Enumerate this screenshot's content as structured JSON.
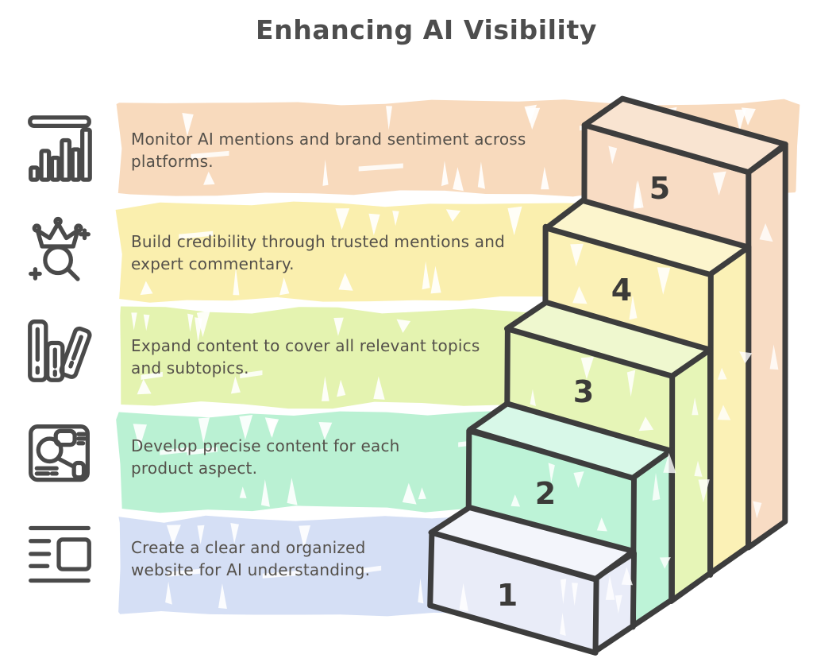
{
  "title": "Enhancing AI Visibility",
  "steps": [
    {
      "number": "1",
      "label": "Create a clear and organized website for AI understanding.",
      "icon": "website-wireframe-icon",
      "band_color": "#d5dff5",
      "face_color": "#e9ecf8",
      "top_color": "#f3f5fb"
    },
    {
      "number": "2",
      "label": "Develop precise content for each product aspect.",
      "icon": "content-diagram-icon",
      "band_color": "#baf1d3",
      "face_color": "#bdf3d7",
      "top_color": "#d8f8e8"
    },
    {
      "number": "3",
      "label": "Expand content to cover all relevant topics and subtopics.",
      "icon": "books-icon",
      "band_color": "#e4f3b0",
      "face_color": "#e6f5b7",
      "top_color": "#eff8cf"
    },
    {
      "number": "4",
      "label": "Build credibility through trusted mentions and expert commentary.",
      "icon": "crown-magnifier-icon",
      "band_color": "#faefae",
      "face_color": "#fbf1b6",
      "top_color": "#fcf5cd"
    },
    {
      "number": "5",
      "label": "Monitor AI mentions and brand sentiment across platforms.",
      "icon": "bar-chart-icon",
      "band_color": "#f8dabd",
      "face_color": "#f8dcc4",
      "top_color": "#f9e4d1"
    }
  ],
  "colors": {
    "outline": "#3d3d3d",
    "text": "#54504a",
    "title": "#4d4d4d",
    "icon_stroke": "#4a4a4a",
    "number": "#3c3b39",
    "background": "#ffffff"
  }
}
